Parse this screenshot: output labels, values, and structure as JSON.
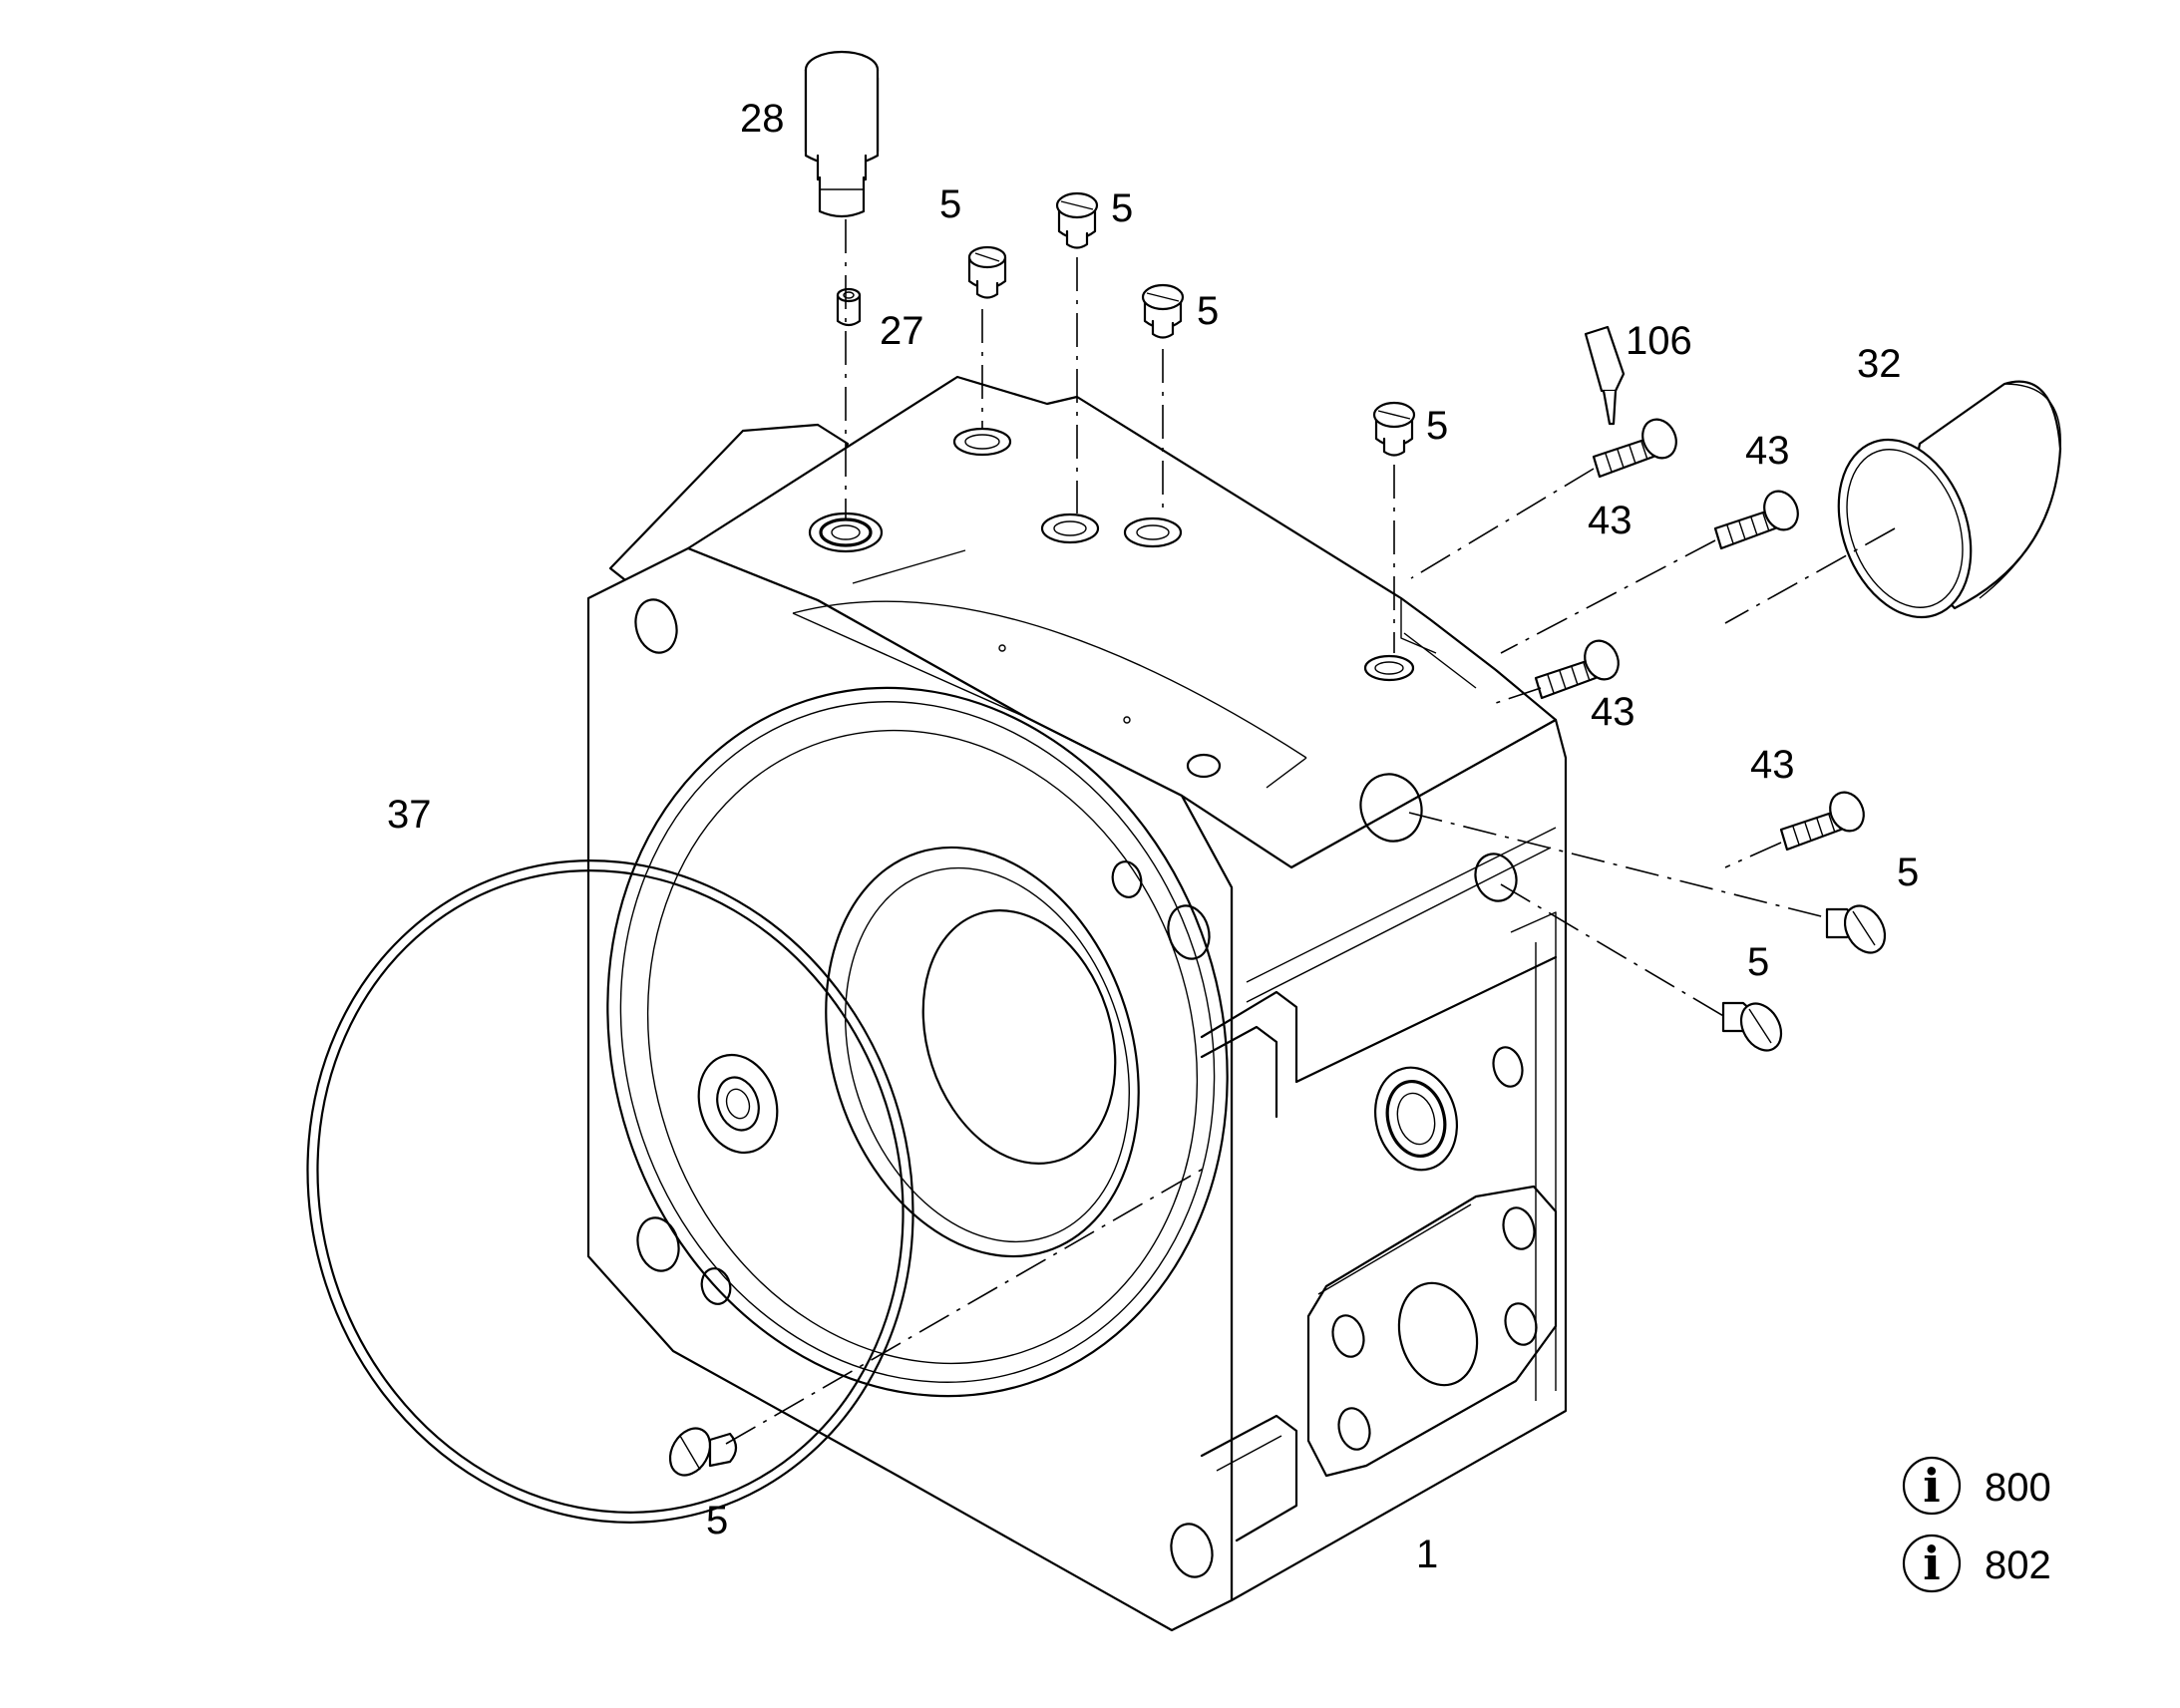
{
  "callouts": {
    "c28": "28",
    "c27": "27",
    "c5a": "5",
    "c5b": "5",
    "c5c": "5",
    "c5d": "5",
    "c5e": "5",
    "c5f": "5",
    "c5g": "5",
    "c106": "106",
    "c32": "32",
    "c43a": "43",
    "c43b": "43",
    "c43c": "43",
    "c43d": "43",
    "c37": "37",
    "c1": "1"
  },
  "info_refs": [
    {
      "icon": "info-icon",
      "label": "800"
    },
    {
      "icon": "info-icon",
      "label": "802"
    }
  ],
  "colors": {
    "line": "#000000",
    "background": "#ffffff"
  }
}
